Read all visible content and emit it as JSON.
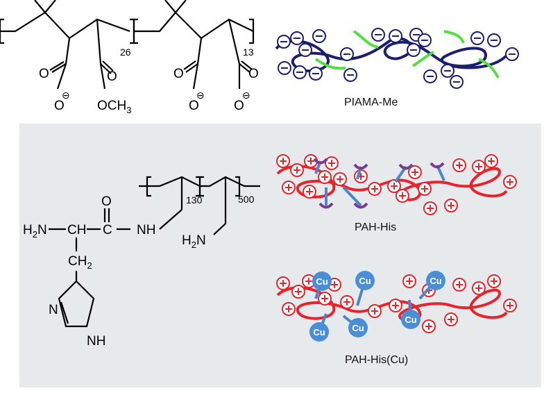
{
  "top_structure": {
    "repeat_a": "26",
    "repeat_b": "13",
    "oxygen": "O",
    "anion": "⊖",
    "methyl_ester": "OCH",
    "methyl_sub": "3"
  },
  "bottom_structure": {
    "oxygen": "O",
    "amine_left": "H",
    "amine_left_sub": "2",
    "amine_left_n": "N",
    "ch": "CH",
    "c": "C",
    "nh": "NH",
    "ch2": "CH",
    "ch2_sub": "2",
    "ring_n": "N",
    "ring_nh": "NH",
    "repeat_a": "130",
    "repeat_b": "500",
    "amine_right": "H",
    "amine_right_sub": "2",
    "amine_right_n": "N"
  },
  "labels": {
    "piama": "PIAMA-Me",
    "pah_his": "PAH-His",
    "pah_his_cu": "PAH-His(Cu)",
    "cu": "Cu"
  },
  "colors": {
    "panel_bg": "#e6eaed",
    "anionic_chain": "#1b1f6e",
    "neutral_segment": "#55dd44",
    "cationic_chain": "#e8232b",
    "histidine": "#4a86c8",
    "copper": "#4a8fd6"
  }
}
